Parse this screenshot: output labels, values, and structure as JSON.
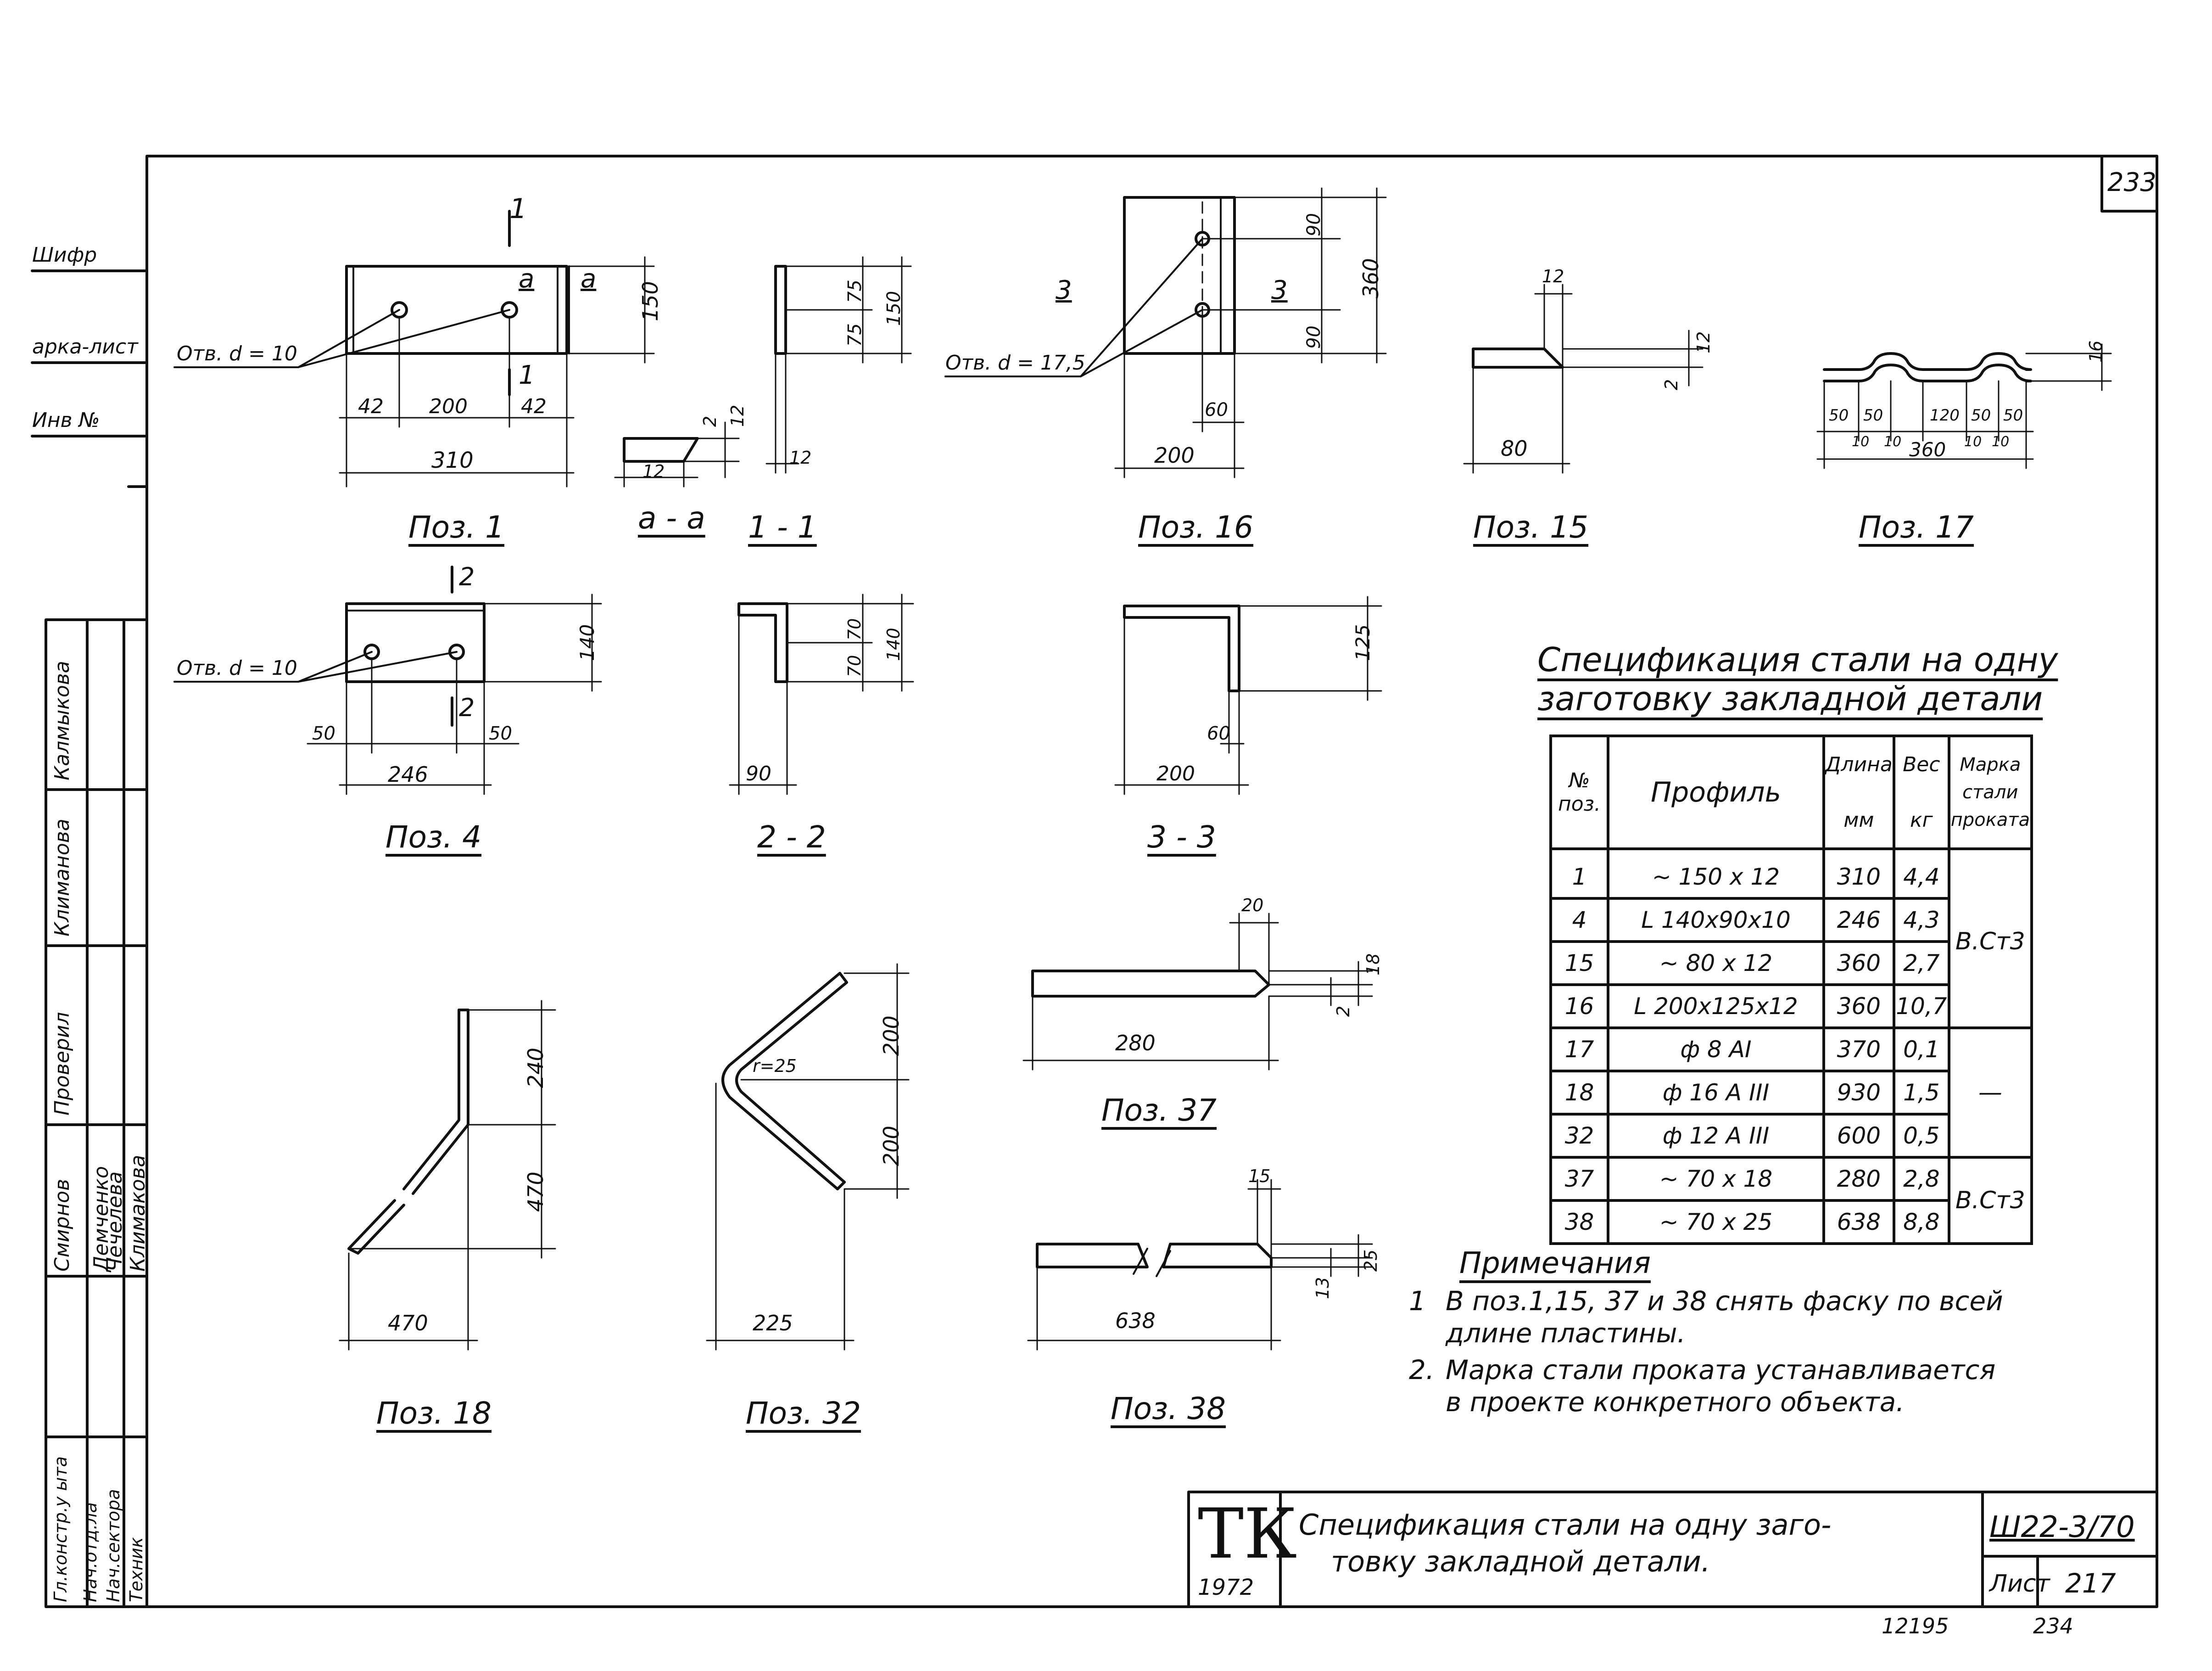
{
  "sheet_number_corner": "233",
  "side_stamp": {
    "top_labels": [
      "Шифр",
      "арка-лист",
      "Инв №"
    ],
    "sign_cells": [
      "Калмыкова",
      "Климанова",
      "Проверил"
    ],
    "roles": [
      "Гл.констр.у ыта",
      "Нач.отд.ла",
      "Нач.сектора",
      "Техник"
    ],
    "names": [
      "Смирнов",
      "Демченко",
      "Чечелева",
      "Климакова"
    ]
  },
  "drawings": {
    "poz1": {
      "caption": "Поз. 1",
      "hole": "Отв. d = 10",
      "dims": [
        "42",
        "200",
        "42",
        "310",
        "150"
      ],
      "section_marks": [
        "1",
        "1",
        "a",
        "a"
      ]
    },
    "aa": {
      "caption": "a - a",
      "dims": [
        "2",
        "12",
        "12"
      ]
    },
    "sec11": {
      "caption": "1 - 1",
      "dims": [
        "75",
        "75",
        "150",
        "12"
      ]
    },
    "poz16": {
      "caption": "Поз. 16",
      "hole": "Отв. d = 17,5",
      "dims": [
        "90",
        "90",
        "360",
        "60",
        "200"
      ],
      "section_marks": [
        "3",
        "3"
      ]
    },
    "poz15": {
      "caption": "Поз. 15",
      "dims": [
        "12",
        "12",
        "2",
        "80"
      ]
    },
    "poz17": {
      "caption": "Поз. 17",
      "dims": [
        "16",
        "50",
        "50",
        "120",
        "50",
        "50",
        "10",
        "10",
        "10",
        "10",
        "360"
      ]
    },
    "poz4": {
      "caption": "Поз. 4",
      "hole": "Отв. d = 10",
      "dims": [
        "140",
        "50",
        "50",
        "246"
      ],
      "section_marks": [
        "2",
        "2"
      ]
    },
    "sec22": {
      "caption": "2 - 2",
      "dims": [
        "70",
        "70",
        "140",
        "90"
      ]
    },
    "sec33": {
      "caption": "3 - 3",
      "dims": [
        "125",
        "60",
        "200"
      ]
    },
    "poz18": {
      "caption": "Поз. 18",
      "dims": [
        "240",
        "470",
        "470"
      ]
    },
    "poz32": {
      "caption": "Поз. 32",
      "dims": [
        "r=25",
        "200",
        "200",
        "225"
      ]
    },
    "poz37": {
      "caption": "Поз. 37",
      "dims": [
        "20",
        "18",
        "2",
        "280"
      ]
    },
    "poz38": {
      "caption": "Поз. 38",
      "dims": [
        "15",
        "25",
        "13",
        "638"
      ]
    }
  },
  "spec": {
    "title_lines": [
      "Спецификация стали на одну",
      "заготовку закладной детали"
    ],
    "headers": {
      "pos": "№ поз.",
      "profile": "Профиль",
      "length": "Длина",
      "length_unit": "мм",
      "weight": "Вес",
      "weight_unit": "кг",
      "grade": "Марка стали проката"
    },
    "rows": [
      {
        "pos": "1",
        "profile": "~ 150 x 12",
        "length": "310",
        "weight": "4,4"
      },
      {
        "pos": "4",
        "profile": "L 140x90x10",
        "length": "246",
        "weight": "4,3"
      },
      {
        "pos": "15",
        "profile": "~ 80 x 12",
        "length": "360",
        "weight": "2,7"
      },
      {
        "pos": "16",
        "profile": "L 200x125x12",
        "length": "360",
        "weight": "10,7"
      },
      {
        "pos": "17",
        "profile": "ф 8 AI",
        "length": "370",
        "weight": "0,1"
      },
      {
        "pos": "18",
        "profile": "ф 16 A III",
        "length": "930",
        "weight": "1,5"
      },
      {
        "pos": "32",
        "profile": "ф 12 A III",
        "length": "600",
        "weight": "0,5"
      },
      {
        "pos": "37",
        "profile": "~ 70 x 18",
        "length": "280",
        "weight": "2,8"
      },
      {
        "pos": "38",
        "profile": "~ 70 x 25",
        "length": "638",
        "weight": "8,8"
      }
    ],
    "grades": [
      "В.Ст3",
      "—",
      "В.Ст3"
    ]
  },
  "notes": {
    "heading": "Примечания",
    "items": [
      {
        "num": "1",
        "lines": [
          "В поз.1,15, 37 и 38 снять фаску по всей",
          "длине пластины."
        ]
      },
      {
        "num": "2.",
        "lines": [
          "Марка стали проката устанавливается",
          "в проекте конкретного объекта."
        ]
      }
    ]
  },
  "title_block": {
    "logo": "ТК",
    "year": "1972",
    "title_lines": [
      "Спецификация стали на одну заго-",
      "товку закладной детали."
    ],
    "code": "Ш22-3/70",
    "sheet_label": "Лист",
    "sheet_number": "217"
  },
  "bottom_numbers": [
    "12195",
    "234"
  ]
}
